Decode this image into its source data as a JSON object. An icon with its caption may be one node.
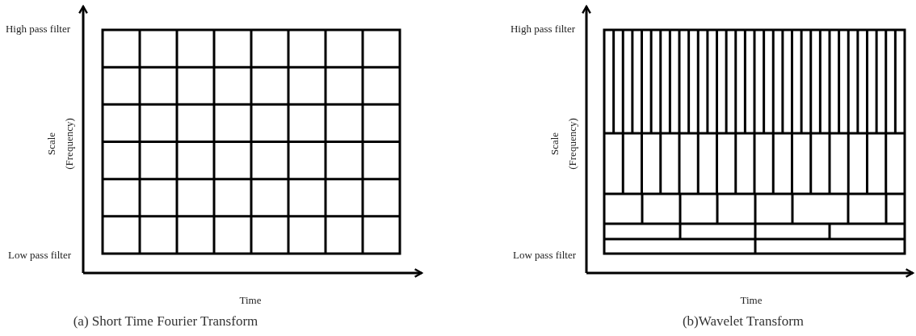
{
  "diagram": {
    "labels": [
      "High pass filter",
      "Scale",
      "(Frequency)",
      "Low pass filter",
      "Time",
      "(a) Short Time Fourier Transform",
      "High pass filter",
      "Scale",
      "(Frequency)",
      "Low pass filter",
      "Time",
      "(b)Wavelet Transform"
    ]
  }
}
